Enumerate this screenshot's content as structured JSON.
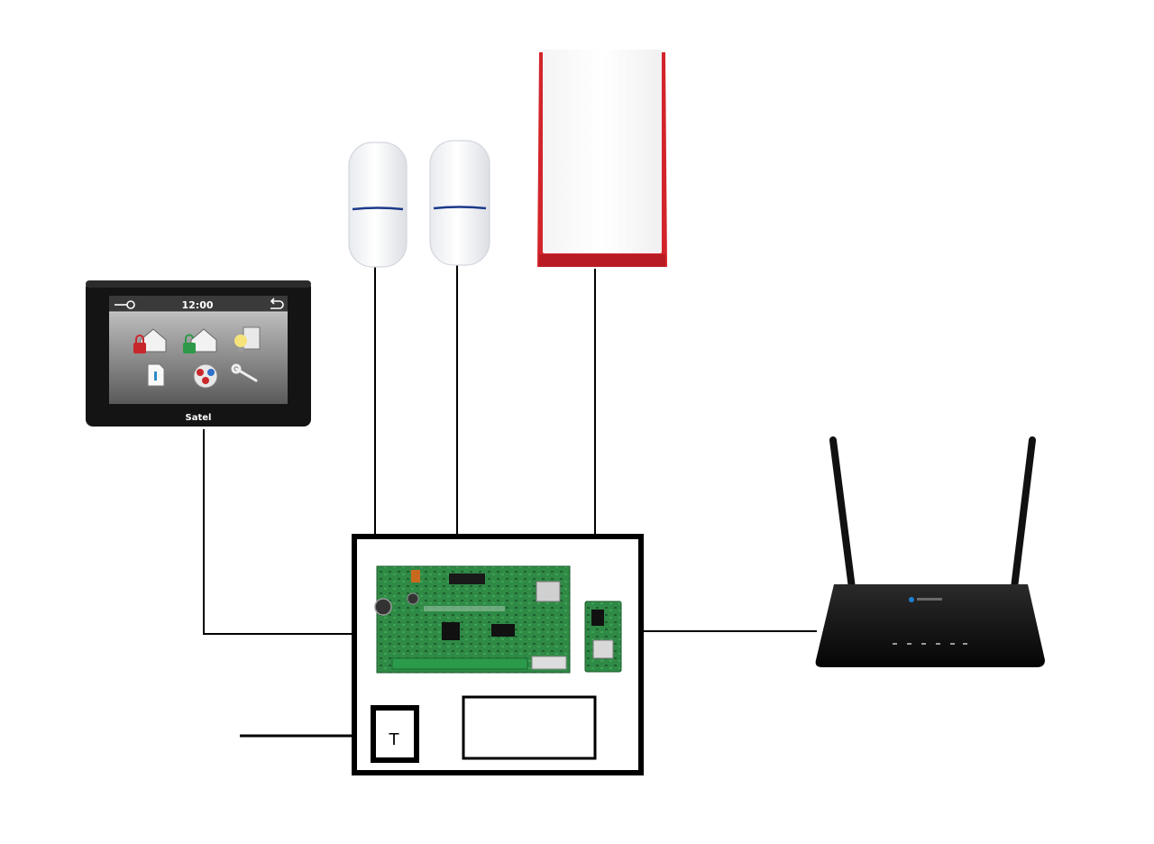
{
  "keypad": {
    "time": "12:00",
    "brand": "Satel"
  },
  "terminal": {
    "label": "T"
  },
  "colors": {
    "line": "#000000",
    "siren_red": "#d3242b",
    "board_green": "#2f8a45",
    "keypad_body": "#141414",
    "router_body": "#0e0e0e"
  },
  "icons": [
    "keypad-icon",
    "motion-sensor-icon",
    "siren-icon",
    "control-board-icon",
    "gsm-module-icon",
    "router-icon",
    "terminal-block-icon"
  ]
}
